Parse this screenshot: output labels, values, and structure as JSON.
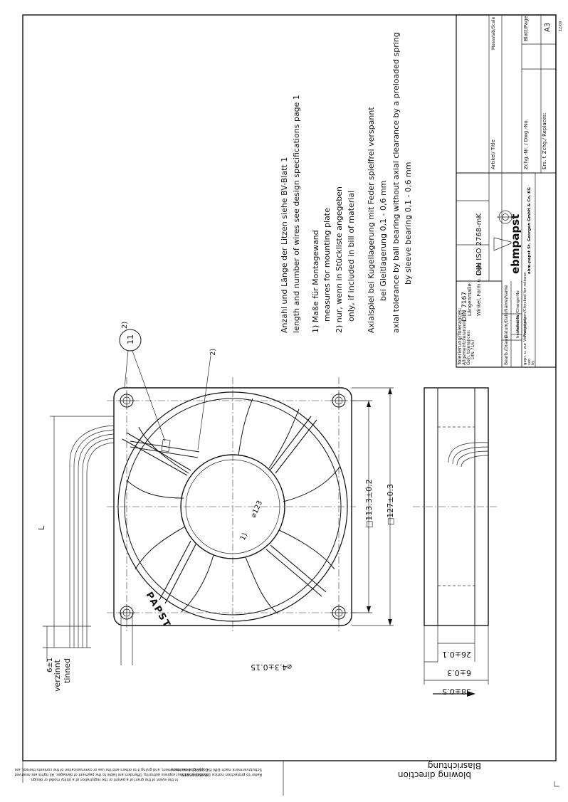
{
  "notes": {
    "wires_de": "Anzahl und Länge der Litzen siehe BV-Blatt 1",
    "wires_en": "length and number of wires see design specifications page 1",
    "n1_de": "1) Maße für Montagewand",
    "n1_en": "measures for mounting plate",
    "n2_de": "2) nur, wenn in Stückliste angegeben",
    "n2_en": "only, if included in bill of material",
    "axial1": "Axialspiel bei Kugellagerung mit Feder spielfrei verspannt",
    "axial2": "bei Gleitlagerung 0,1 - 0,6 mm",
    "axial3": "axial tolerance by ball bearing without axial clearance by a preloaded spring",
    "axial4": "by sleeve bearing 0,1 - 0,6 mm"
  },
  "dimensions": {
    "d_113": "□113.3±0.2",
    "d_127": "□127±0.3",
    "d_hub": "⌀123",
    "d_hub_note": "1)",
    "d_hole": "⌀4.3±0.15",
    "d_26": "26±0.1",
    "d_6": "6±0.3",
    "d_38": "38±0.5",
    "d_L": "L",
    "d_6x1": "6±1",
    "callout_11": "11",
    "callout_2a": "2)",
    "callout_2b": "2)"
  },
  "labels": {
    "tinned_de": "verzinnt",
    "tinned_en": "tinned",
    "flow_de": "Blasrichtung",
    "flow_en": "blowing direction",
    "brand_mark": "PAPST"
  },
  "title_block": {
    "tolerances_label": "Tolerierung/Tolerances:",
    "tolerances_std": "DIN 7167",
    "general_tol": "Allgemeintoleranzen/",
    "general_tol_en": "Gen. tolerances:",
    "general_tol_std": "DIN 7167",
    "length_label": "Längenmaße:",
    "angle_label": "Winkel, Form u. Lage:",
    "iso_standard": "DIN ISO 2768-mK",
    "title_label": "Artikel/ Title",
    "date_label": "Datum/Date",
    "name_label": "Name/Name",
    "drawn_label": "Bearb./Drawn",
    "index_label": "Index/Index",
    "change_label": "Aend.-Nr./Change-No",
    "checked_label": "Freigegeben/Checked for release",
    "approved_label": "gepr. u. zur Verwendung",
    "von": "von",
    "by": "by",
    "logo": "ebmpapst",
    "company": "ebm-papst St. Georgen GmbH & Co. KG",
    "drawing_no_label": "Zchg.-Nr. / Dwg.-No.",
    "replaces_label": "Ers. f. Zchg./ Replaces:",
    "scale_label": "Massstab/Scale",
    "sheet_label": "Blatt/Page",
    "format": "A3",
    "form_code": "12/09"
  },
  "footer": {
    "protection_de": "Schutzvermerk nach DIN ISO 16016 beachten/",
    "protection_en": "Refer to protection notice DIN ISO 16016!",
    "copy1": "Copying of this document, and giving it to others and the use or communication of the contents thereof, are",
    "copy2": "forbidden without express authority. Offenders are liable to the payment of damages. All rights are reserved",
    "copy3": "in the event of the grant of a patent or the registration of a utility model or design."
  }
}
